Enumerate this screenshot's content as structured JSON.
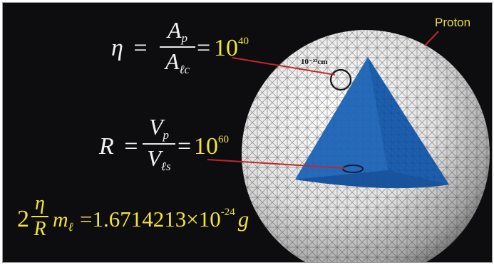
{
  "labels": {
    "proton": "Proton",
    "scale_label": "10⁻³³cm"
  },
  "eq1": {
    "lhs": "η",
    "eq": "=",
    "num_main": "A",
    "num_sub": "p",
    "den_main": "A",
    "den_sub": "ℓc",
    "rhs_eq": "=",
    "val_base": "10",
    "val_exp": "40"
  },
  "eq2": {
    "lhs": "R",
    "eq": "=",
    "num_main": "V",
    "num_sub": "p",
    "den_main": "V",
    "den_sub": "ℓs",
    "rhs_eq": "=",
    "val_base": "10",
    "val_exp": "60"
  },
  "eq3": {
    "coef": "2",
    "num": "η",
    "den": "R",
    "m_main": "m",
    "m_sub": "ℓ",
    "rhs_eq": "=",
    "value": "1.6714213×10",
    "val_exp": "-24",
    "unit": "g"
  },
  "colors": {
    "background": "#0d0d10",
    "formula": "#f2f2f2",
    "highlight": "#f0e33a",
    "sphere": "#e6e6e6",
    "cutaway": "#1d5fae",
    "pointer": "#c0282a"
  }
}
